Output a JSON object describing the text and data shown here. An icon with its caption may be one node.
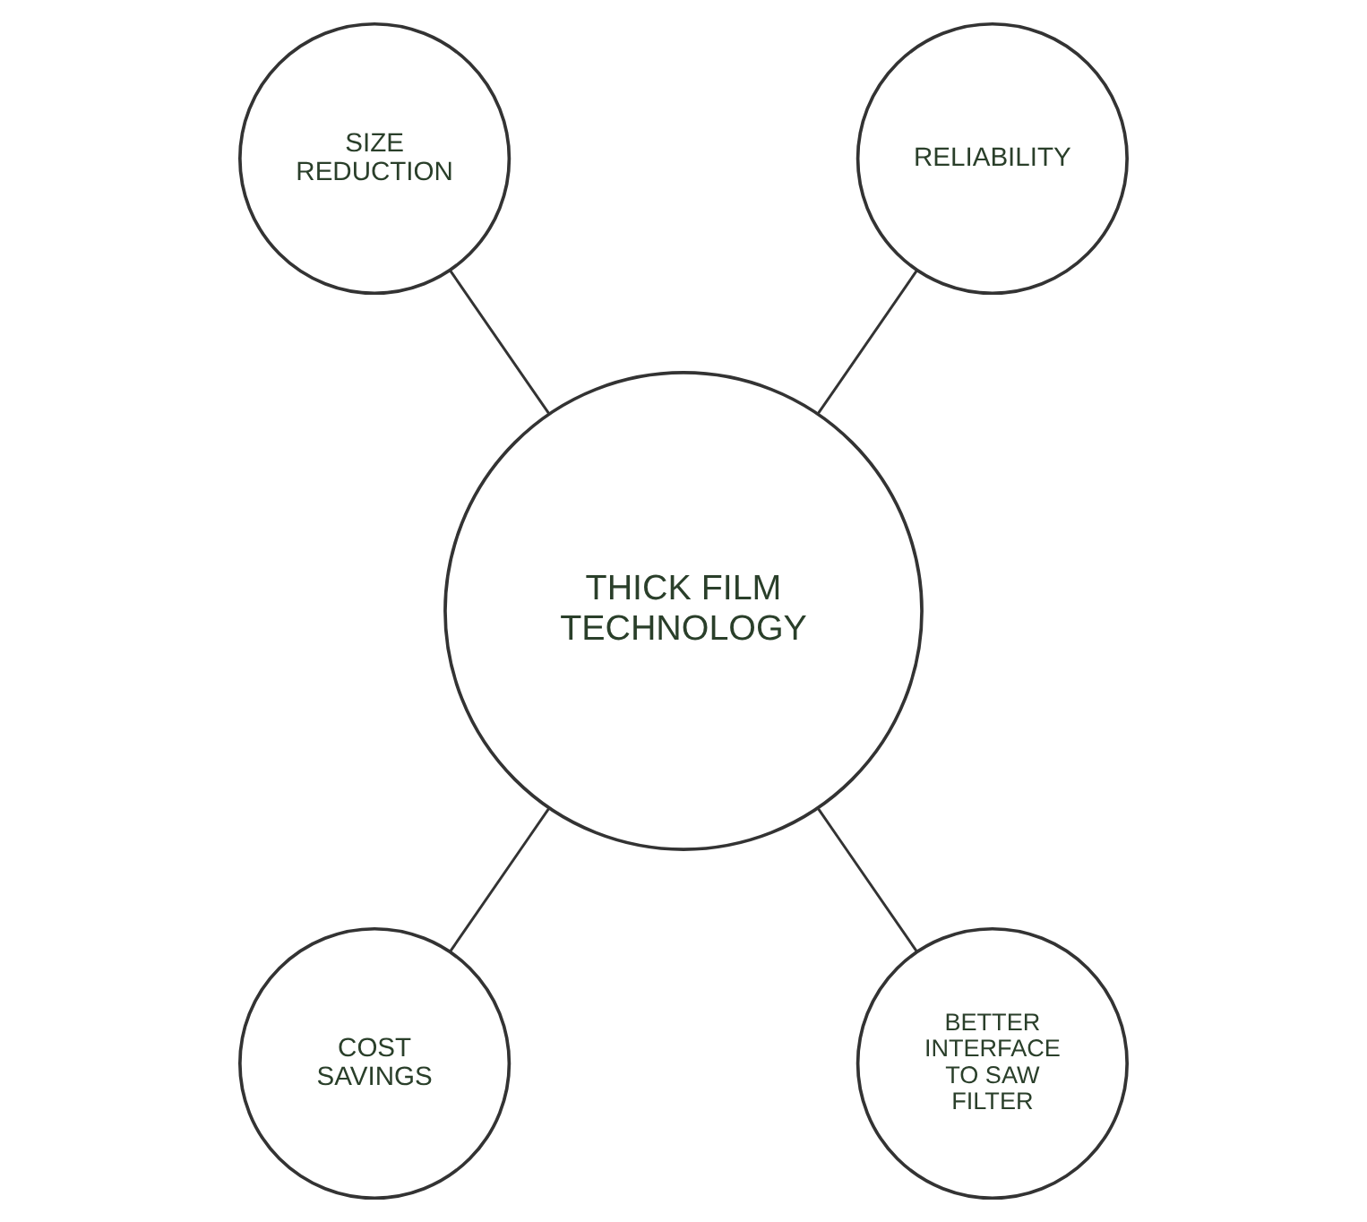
{
  "diagram": {
    "nodes": [
      {
        "text": [
          "SIZE REDUCTION"
        ]
      },
      {
        "text": [
          "RELIABILITY"
        ]
      },
      {
        "text": [
          "THICK FILM TECHNOLOGY"
        ]
      },
      {
        "text": [
          "COST SAVINGS"
        ]
      },
      {
        "text": [
          "BETTER INTERFACE TO SAW FILTER"
        ]
      }
    ],
    "edges": [
      {
        "from": 0,
        "to": 2,
        "arrow": "none"
      },
      {
        "from": 1,
        "to": 2,
        "arrow": "none"
      },
      {
        "from": 2,
        "to": 3,
        "arrow": "none"
      },
      {
        "from": 2,
        "to": 4,
        "arrow": "none"
      }
    ]
  }
}
